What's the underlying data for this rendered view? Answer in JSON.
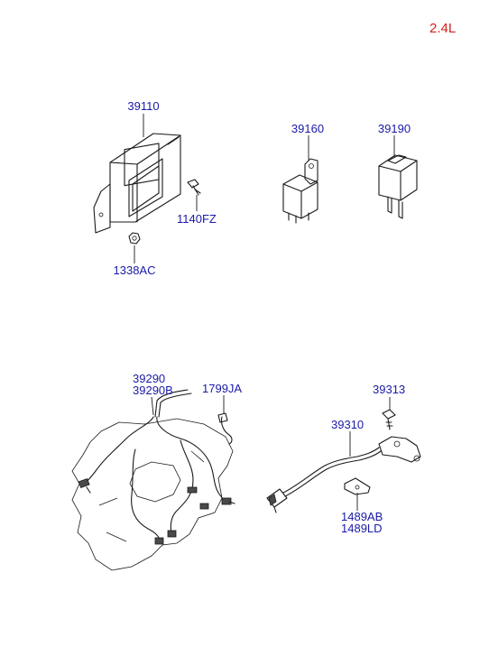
{
  "engine_tag": "2.4L",
  "callouts": {
    "ecu": "39110",
    "bolt": "1140FZ",
    "nut": "1338AC",
    "relay_large": "39160",
    "relay_small": "39190",
    "harness": "39290",
    "harness_b": "39290B",
    "clip": "1799JA",
    "sensor_bolt": "39313",
    "sensor": "39310",
    "bracket_a": "1489AB",
    "bracket_b": "1489LD"
  }
}
